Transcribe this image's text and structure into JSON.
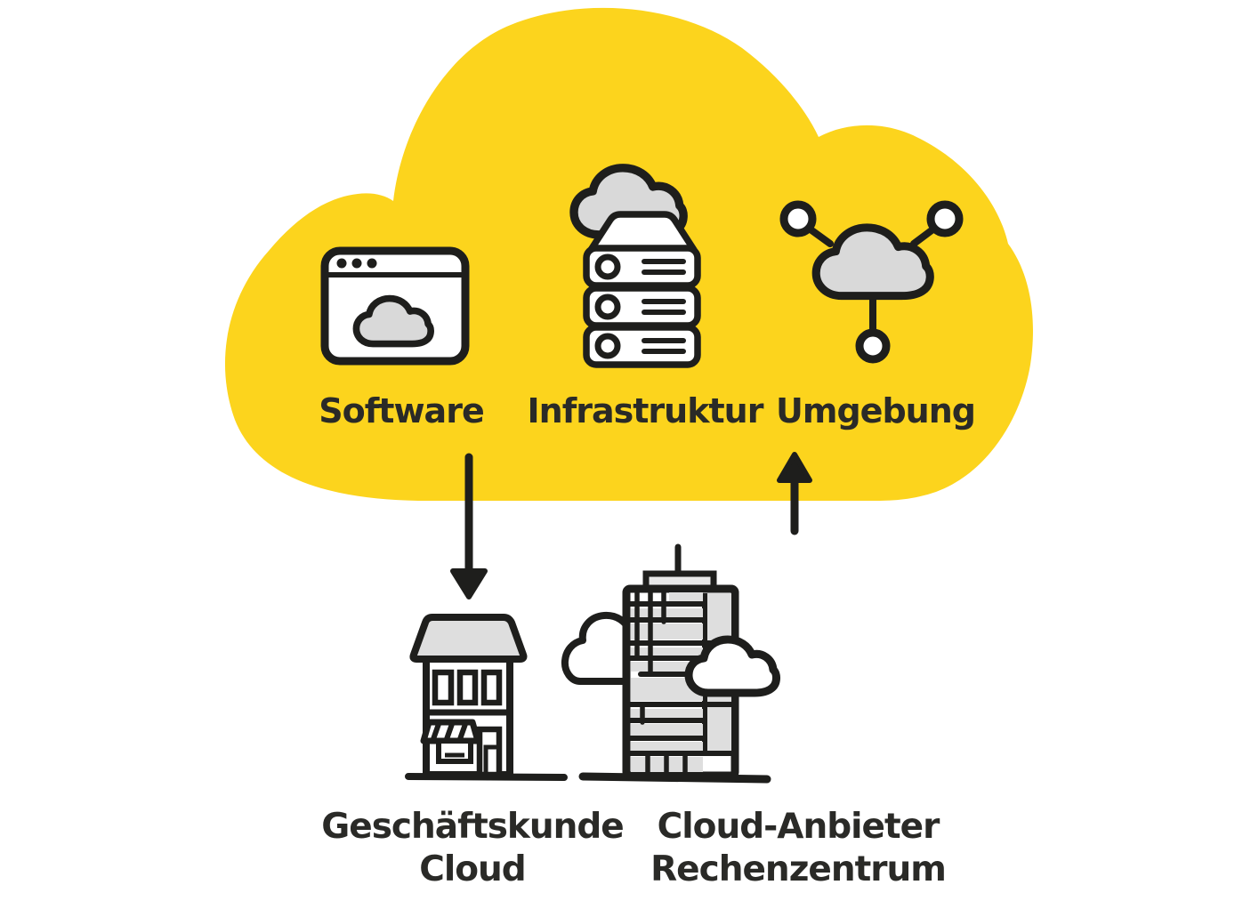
{
  "diagram": {
    "type": "cloud-computing-illustration",
    "cloud": {
      "fill": "#FCD41D",
      "items": [
        {
          "label": "Software",
          "icon": "browser-cloud-icon"
        },
        {
          "label": "Infrastruktur",
          "icon": "server-stack-icon"
        },
        {
          "label": "Umgebung",
          "icon": "connected-cloud-icon"
        }
      ]
    },
    "arrows": [
      {
        "id": "cloud-to-customer",
        "direction": "down"
      },
      {
        "id": "datacenter-to-cloud",
        "direction": "up"
      }
    ],
    "ground_items": [
      {
        "label_line1": "Geschäftskunde",
        "label_line2": "Cloud",
        "icon": "shop-building-icon"
      },
      {
        "label_line1": "Cloud-Anbieter",
        "label_line2": "Rechenzentrum",
        "icon": "office-tower-icon"
      }
    ],
    "colors": {
      "background": "#ffffff",
      "cloud_yellow": "#FCD41D",
      "icon_gray": "#d9d9d9",
      "building_gray": "#dedede",
      "outline": "#1e1e1c",
      "text": "#2a2a27"
    }
  }
}
